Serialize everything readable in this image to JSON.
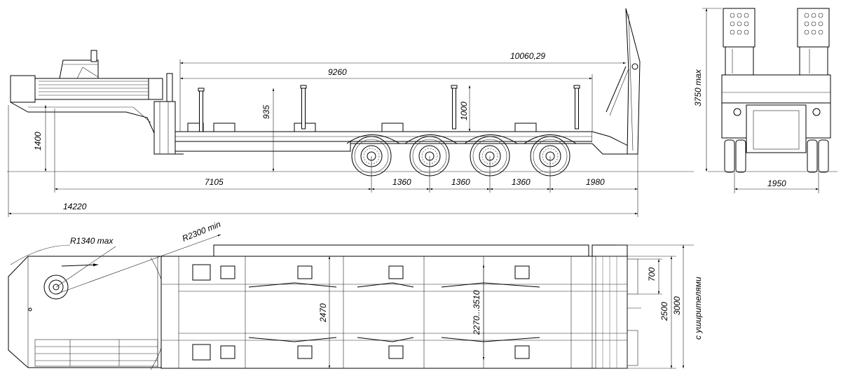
{
  "side_view": {
    "dim_overall_platform": "10060,29",
    "dim_platform": "9260",
    "dim_stake_height_front": "935",
    "dim_stake_height_rear": "1000",
    "dim_coupling_height": "1400",
    "dim_kingpin_to_axle": "7105",
    "dim_axle_spacing_1": "1360",
    "dim_axle_spacing_2": "1360",
    "dim_axle_spacing_3": "1360",
    "dim_rear_overhang": "1980",
    "dim_overall_length": "14220"
  },
  "rear_view": {
    "dim_height_max": "3750 max",
    "dim_track": "1950"
  },
  "top_view": {
    "radius_front": "R1340 max",
    "radius_swing": "R2300 min",
    "dim_deck_width": "2470",
    "dim_ramp_spread": "2270...3510",
    "dim_ramp_width": "700",
    "dim_width": "2500",
    "dim_width_extended": "3000",
    "dim_width_extended_note": "с уширителями"
  }
}
